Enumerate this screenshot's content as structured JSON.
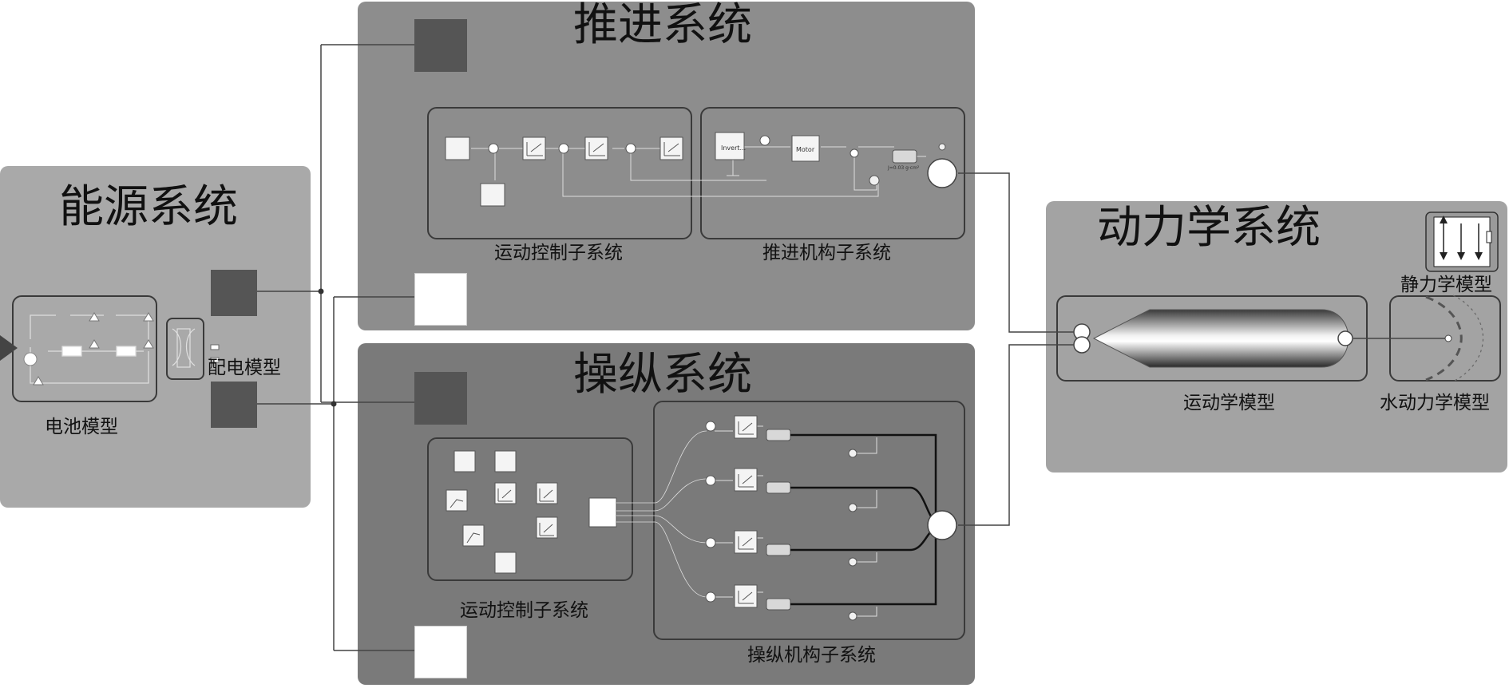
{
  "energy_system": {
    "title": "能源系统",
    "battery_model_label": "电池模型",
    "distribution_model_label": "配电模型"
  },
  "propulsion_system": {
    "title": "推进系统",
    "motion_control_label": "运动控制子系统",
    "propulsion_mechanism_label": "推进机构子系统",
    "block_inverter": "Invert...",
    "block_motor": "Motor",
    "block_inertia": "J=0.03 g·cm²"
  },
  "steering_system": {
    "title": "操纵系统",
    "motion_control_label": "运动控制子系统",
    "steering_mechanism_label": "操纵机构子系统"
  },
  "dynamics_system": {
    "title": "动力学系统",
    "statics_label": "静力学模型",
    "kinematics_label": "运动学模型",
    "hydrodynamics_label": "水动力学模型"
  },
  "colors": {
    "energy_bg": "#a9a9a9",
    "propulsion_bg": "#8d8d8d",
    "steering_bg": "#7a7a7a",
    "dynamics_bg": "#a3a3a3",
    "port_dark": "#555555",
    "wire": "#444444"
  }
}
